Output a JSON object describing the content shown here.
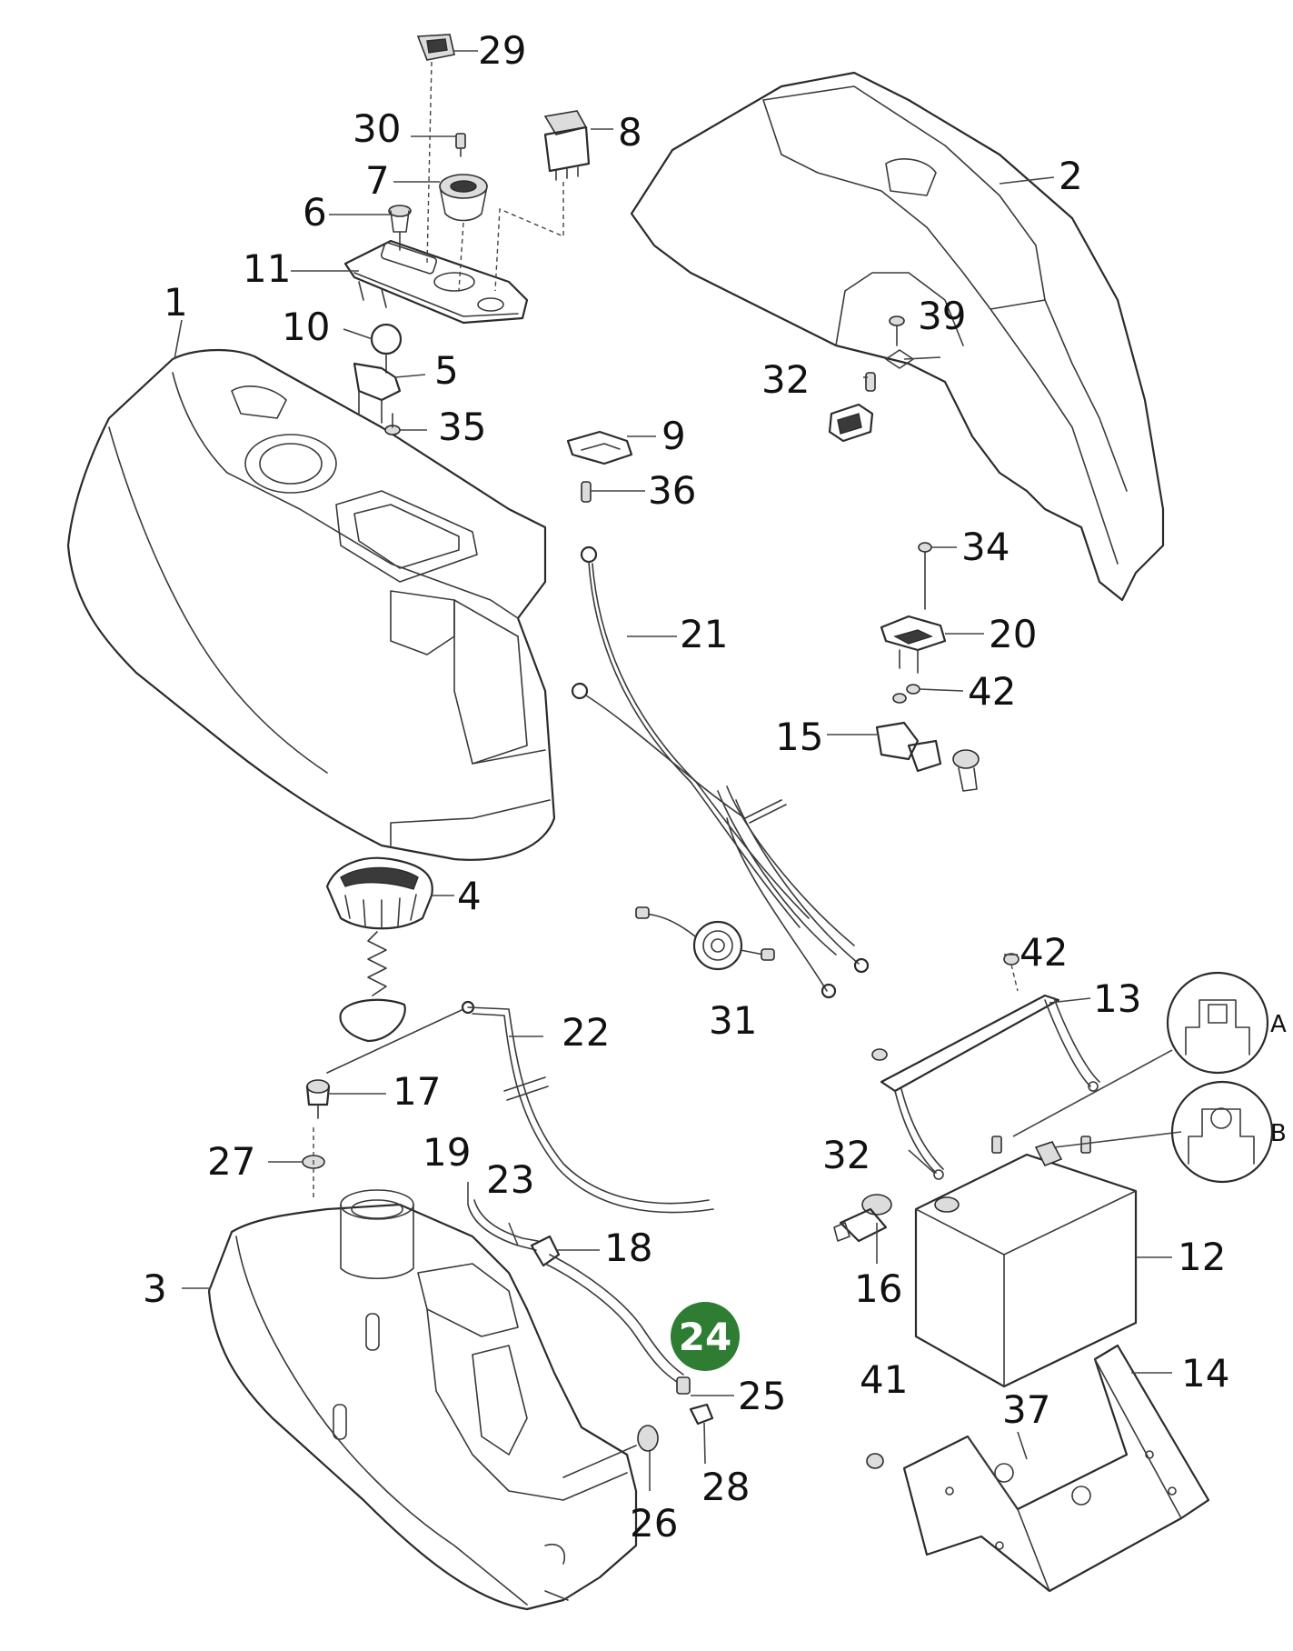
{
  "diagram": {
    "highlight": {
      "label": "24",
      "color": "#2e7d32"
    },
    "callouts": {
      "c1": "1",
      "c2": "2",
      "c3": "3",
      "c4": "4",
      "c5": "5",
      "c6": "6",
      "c7": "7",
      "c8": "8",
      "c9": "9",
      "c10": "10",
      "c11": "11",
      "c12": "12",
      "c13": "13",
      "c14": "14",
      "c15": "15",
      "c16": "16",
      "c17": "17",
      "c18": "18",
      "c19": "19",
      "c20": "20",
      "c21": "21",
      "c22": "22",
      "c23": "23",
      "c25": "25",
      "c26": "26",
      "c27": "27",
      "c28": "28",
      "c29": "29",
      "c30": "30",
      "c31": "31",
      "c32a": "32",
      "c32b": "32",
      "c34": "34",
      "c35": "35",
      "c36": "36",
      "c37": "37",
      "c39": "39",
      "c41": "41",
      "c42a": "42",
      "c42b": "42"
    },
    "details": {
      "a": "A",
      "b": "B"
    }
  }
}
